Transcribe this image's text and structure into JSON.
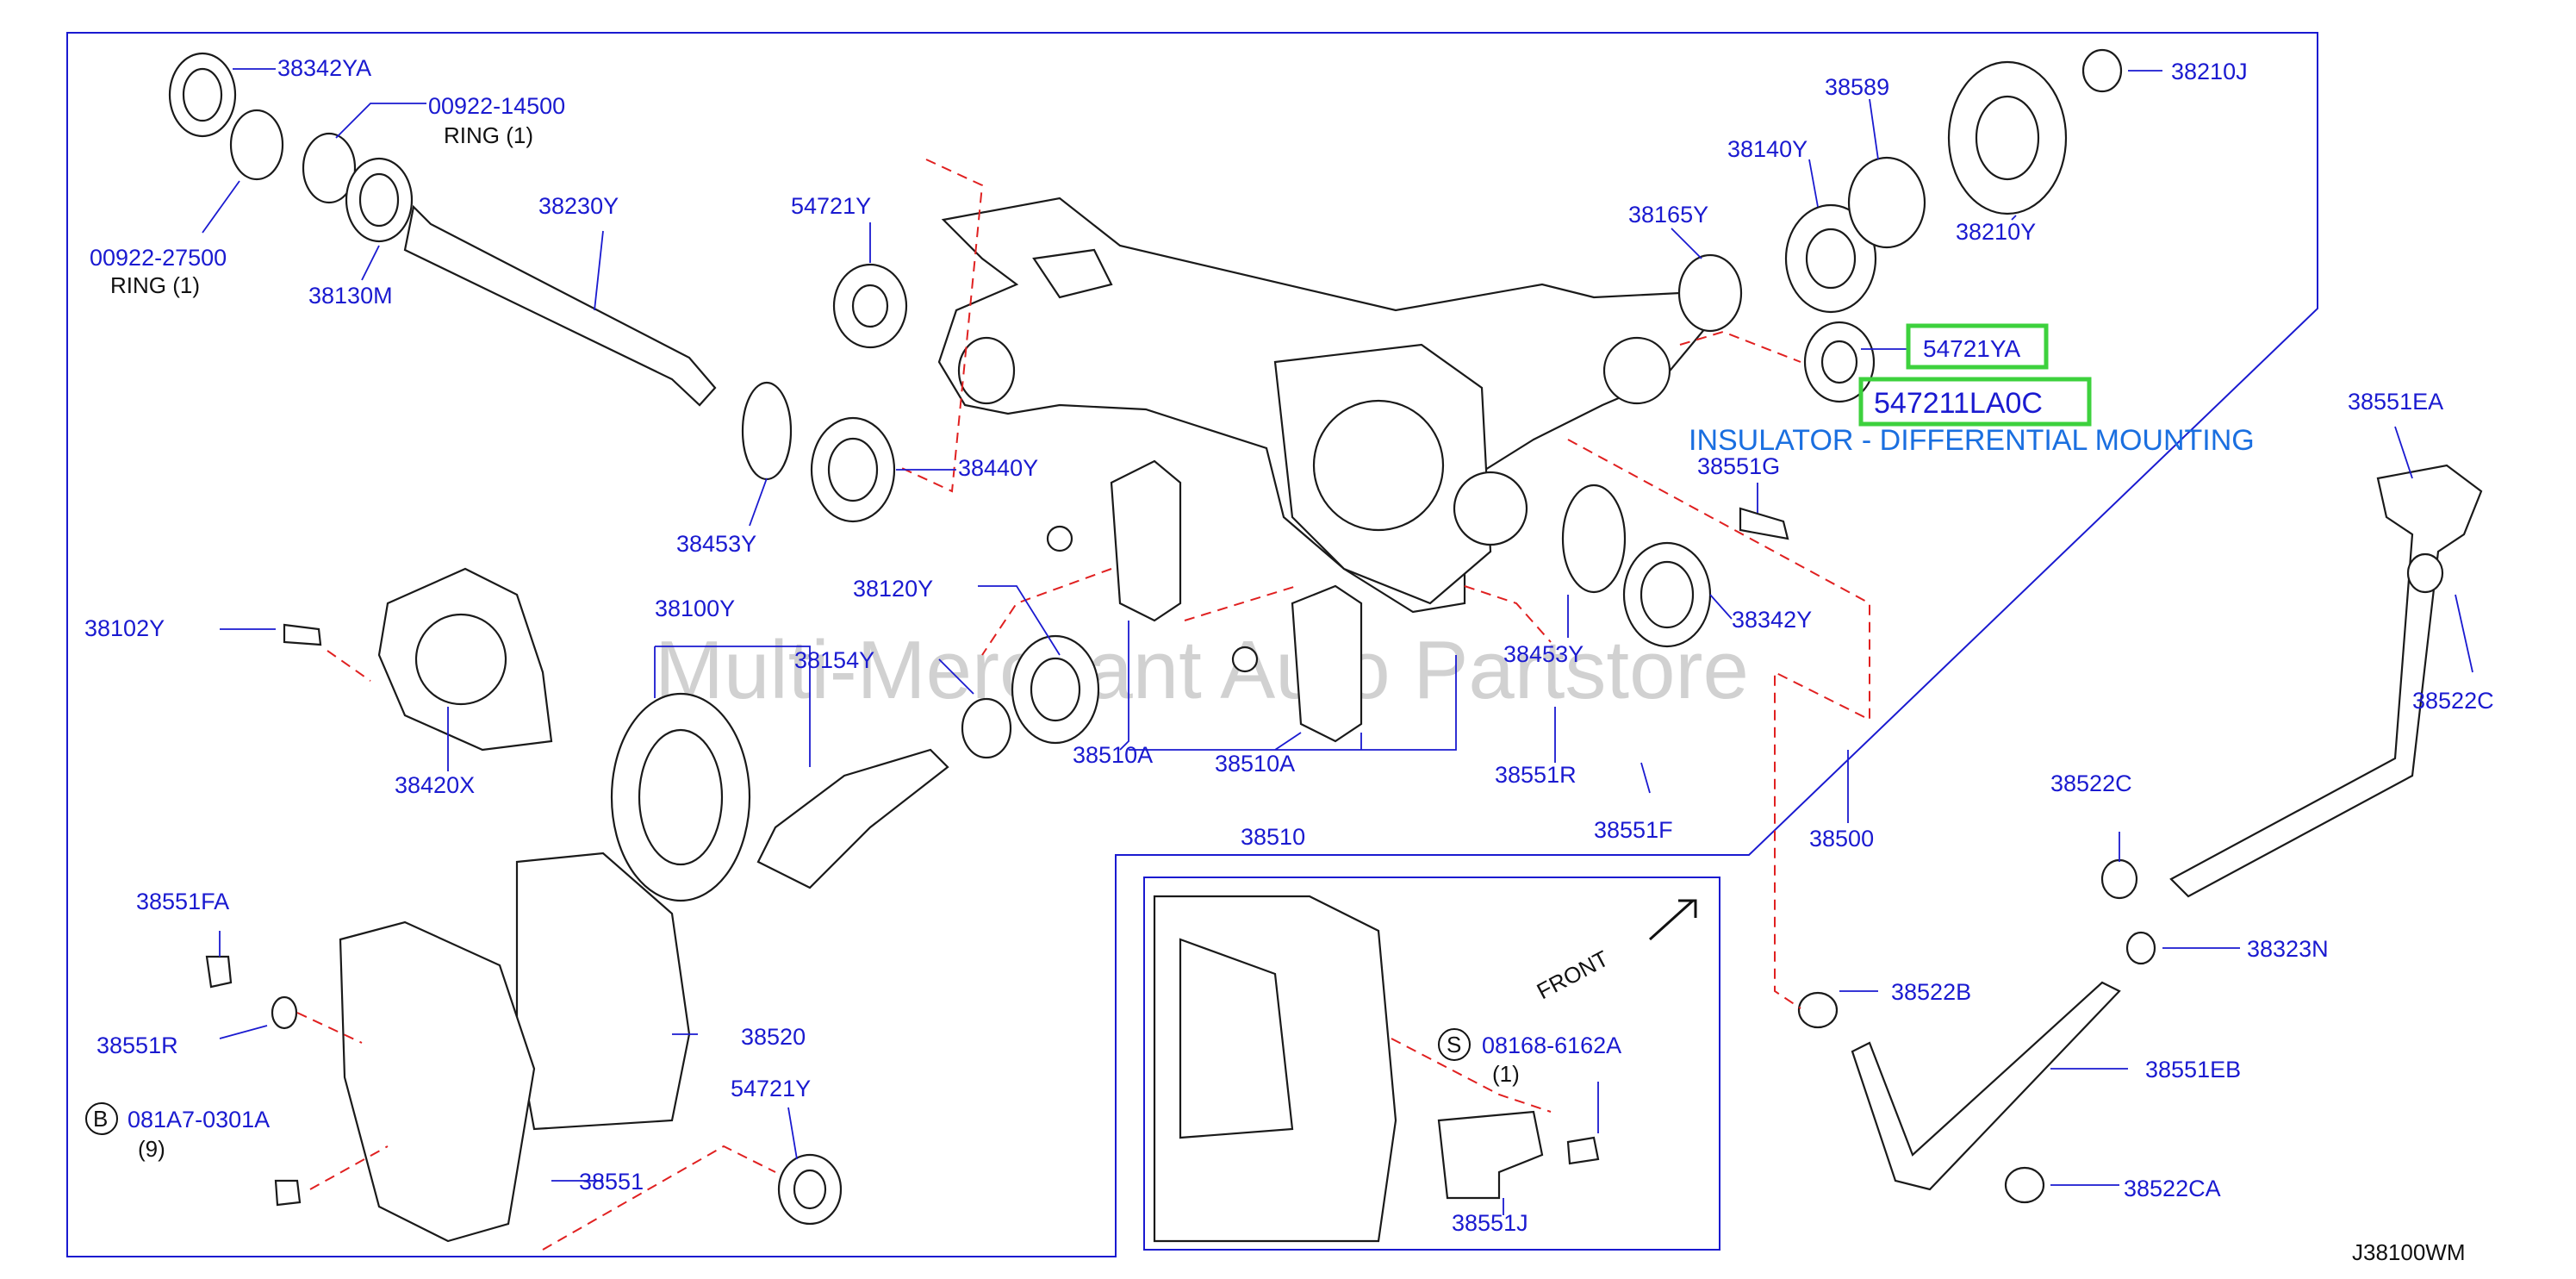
{
  "watermark": "Multi-Merchant Auto Partstore",
  "diagram_code": "J38100WM",
  "highlight": {
    "part_number_box": "54721YA",
    "oem_number": "547211LA0C",
    "description": "INSULATOR - DIFFERENTIAL MOUNTING"
  },
  "ring_qty": "RING   (1)",
  "qty_1": "(1)",
  "qty_9": "(9)",
  "front_label": "FRONT",
  "circle_b": "B",
  "circle_s": "S",
  "parts": {
    "p38342YA": "38342YA",
    "p00922_14500": "00922-14500",
    "p00922_27500": "00922-27500",
    "p38130M": "38130M",
    "p38230Y": "38230Y",
    "p54721Y_top": "54721Y",
    "p38440Y": "38440Y",
    "p38453Y_left": "38453Y",
    "p38102Y": "38102Y",
    "p38420X": "38420X",
    "p38100Y": "38100Y",
    "p38154Y": "38154Y",
    "p38120Y": "38120Y",
    "p38510A_1": "38510A",
    "p38510A_2": "38510A",
    "p38510": "38510",
    "p38589": "38589",
    "p38140Y": "38140Y",
    "p38165Y": "38165Y",
    "p38210J": "38210J",
    "p38210Y": "38210Y",
    "p38551G": "38551G",
    "p38453Y_right": "38453Y",
    "p38342Y": "38342Y",
    "p38551R_right": "38551R",
    "p38551F": "38551F",
    "p38500": "38500",
    "p38551EA": "38551EA",
    "p38522C_top": "38522C",
    "p38522C_mid": "38522C",
    "p38323N": "38323N",
    "p38522B": "38522B",
    "p38551EB": "38551EB",
    "p38522CA": "38522CA",
    "p38551FA": "38551FA",
    "p38551R_left": "38551R",
    "p081A7": "081A7-0301A",
    "p38520": "38520",
    "p54721Y_bottom": "54721Y",
    "p38551": "38551",
    "p08168": "08168-6162A",
    "p38551J": "38551J"
  },
  "colors": {
    "part_number": "#1a1ad0",
    "highlight_box": "#3dd13d",
    "insulator_text": "#1a6fe0",
    "dashed_leader": "#e02020"
  }
}
